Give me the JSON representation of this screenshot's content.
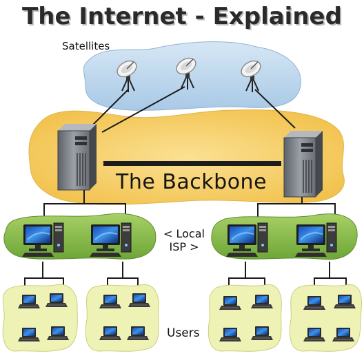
{
  "title": "The Internet - Explained",
  "labels": {
    "satellites": "Satellites",
    "backbone": "The Backbone",
    "isp_line1": "< Local",
    "isp_line2": "ISP >",
    "users": "Users"
  },
  "colors": {
    "sky_cloud": "#bcd7ec",
    "backbone_cloud": "#f7d372",
    "isp_cloud": "#8ec24c",
    "user_cloud": "#eef2b4",
    "backbone_bar": "#1c1c1c"
  },
  "icons": {
    "satellite": "satellite-dish-icon",
    "server": "server-tower-icon",
    "desktop": "desktop-computer-icon",
    "laptop": "laptop-icon"
  }
}
